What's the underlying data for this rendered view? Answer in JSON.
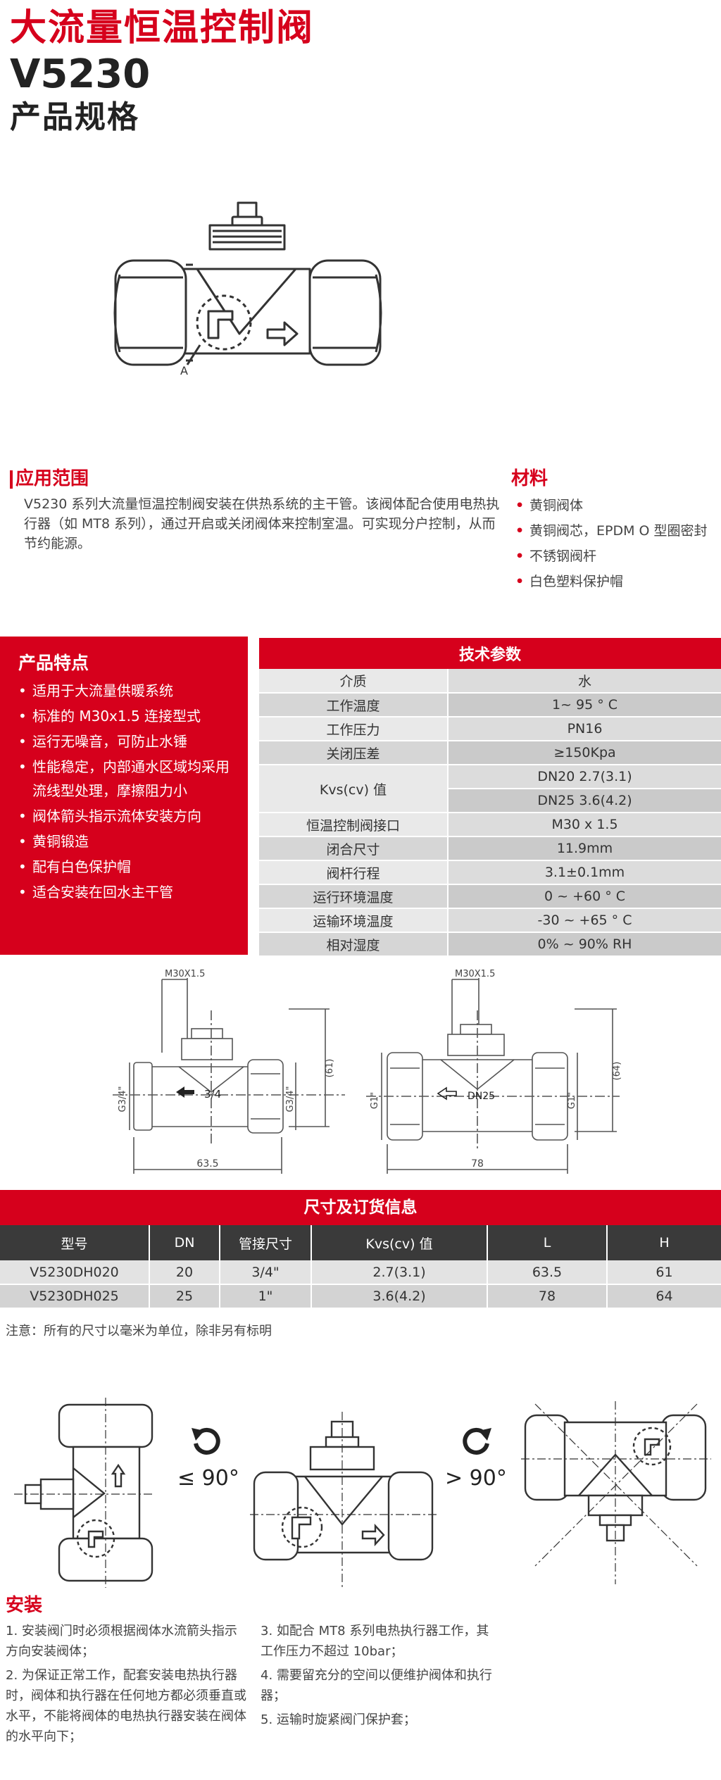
{
  "header": {
    "title": "大流量恒温控制阀",
    "model": "V5230",
    "subtitle": "产品规格"
  },
  "application": {
    "heading": "应用范围",
    "text": "V5230 系列大流量恒温控制阀安装在供热系统的主干管。该阀体配合使用电热执行器（如 MT8 系列），通过开启或关闭阀体来控制室温。可实现分户控制，从而节约能源。"
  },
  "materials": {
    "heading": "材料",
    "items": [
      "黄铜阀体",
      "黄铜阀芯，EPDM O 型圈密封",
      "不锈钢阀杆",
      "白色塑料保护帽"
    ]
  },
  "features": {
    "heading": "产品特点",
    "items": [
      "适用于大流量供暖系统",
      "标准的 M30x1.5 连接型式",
      "运行无噪音，可防止水锤",
      "性能稳定，内部通水区域均采用流线型处理，摩擦阻力小",
      "阀体箭头指示流体安装方向",
      "黄铜锻造",
      "配有白色保护帽",
      "适合安装在回水主干管"
    ]
  },
  "tech": {
    "heading": "技术参数",
    "rows": [
      {
        "k": "介质",
        "v": "水"
      },
      {
        "k": "工作温度",
        "v": "1~ 95 ° C"
      },
      {
        "k": "工作压力",
        "v": "PN16"
      },
      {
        "k": "关闭压差",
        "v": "≥150Kpa"
      },
      {
        "k": "Kvs(cv) 值",
        "v": "DN20 2.7(3.1)",
        "v2": "DN25 3.6(4.2)"
      },
      {
        "k": "恒温控制阀接口",
        "v": "M30 x 1.5"
      },
      {
        "k": "闭合尺寸",
        "v": "11.9mm"
      },
      {
        "k": "阀杆行程",
        "v": "3.1±0.1mm"
      },
      {
        "k": "运行环境温度",
        "v": "0 ~ +60 ° C"
      },
      {
        "k": "运输环境温度",
        "v": "-30 ~ +65 ° C"
      },
      {
        "k": "相对湿度",
        "v": "0% ~ 90% RH"
      }
    ]
  },
  "drawings": {
    "left": {
      "thread_top": "M30X1.5",
      "port_left": "G3/4\"",
      "port_right": "G3/4\"",
      "height": "(61)",
      "width": "63.5",
      "body": "3/4"
    },
    "right": {
      "thread_top": "M30X1.5",
      "port_left": "G1\"",
      "port_right": "G1\"",
      "height": "(64)",
      "width": "78",
      "body": "DN25"
    }
  },
  "order": {
    "heading": "尺寸及订货信息",
    "columns": [
      "型号",
      "DN",
      "管接尺寸",
      "Kvs(cv) 值",
      "L",
      "H"
    ],
    "rows": [
      [
        "V5230DH020",
        "20",
        "3/4\"",
        "2.7(3.1)",
        "63.5",
        "61"
      ],
      [
        "V5230DH025",
        "25",
        "1\"",
        "3.6(4.2)",
        "78",
        "64"
      ]
    ],
    "note": "注意：所有的尺寸以毫米为单位，除非另有标明"
  },
  "orientation": {
    "left_label": "≤ 90°",
    "right_label": "> 90°"
  },
  "install": {
    "heading": "安装",
    "col1": [
      "1. 安装阀门时必须根据阀体水流箭头指示方向安装阀体；",
      "2. 为保证正常工作，配套安装电热执行器时，阀体和执行器在任何地方都必须垂直或水平，不能将阀体的电热执行器安装在阀体的水平向下；"
    ],
    "col2": [
      "3. 如配合 MT8 系列电热执行器工作，其工作压力不超过 10bar；",
      "4. 需要留充分的空间以便维护阀体和执行器；",
      "5. 运输时旋紧阀门保护套；"
    ]
  },
  "colors": {
    "brand_red": "#d6001c",
    "dark_header": "#3a3a3a"
  }
}
